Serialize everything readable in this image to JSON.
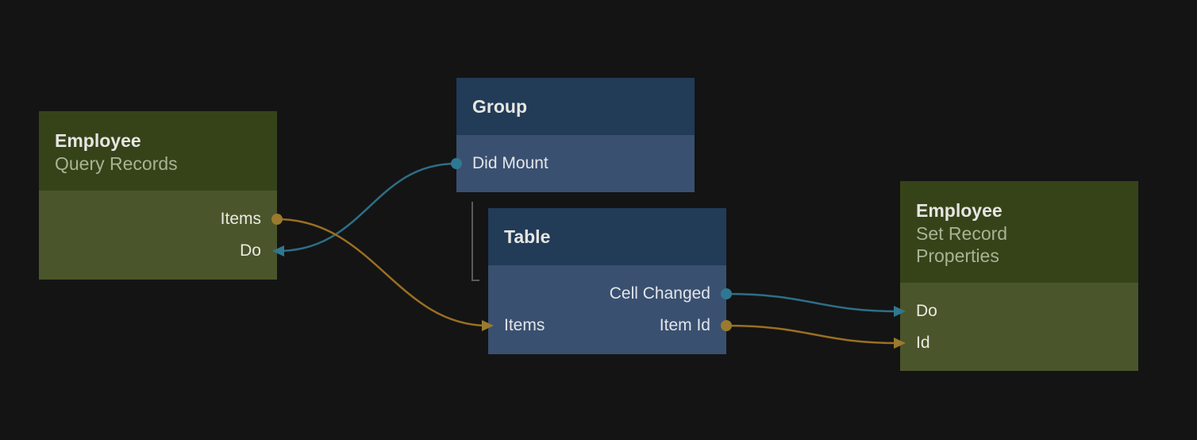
{
  "colors": {
    "background": "#141414",
    "green_header": "#364319",
    "green_body": "#4b552b",
    "blue_header": "#223b57",
    "blue_body": "#3a5070",
    "signal_wire": "#2e6e87",
    "data_wire": "#9a6f22",
    "signal_port": "#2f7891",
    "data_port": "#9b7a2e"
  },
  "nodes": {
    "query": {
      "title": "Employee",
      "subtitle": "Query Records",
      "out_items": "Items",
      "in_do": "Do"
    },
    "group": {
      "title": "Group",
      "out_did_mount": "Did Mount"
    },
    "table": {
      "title": "Table",
      "out_cell_changed": "Cell Changed",
      "in_items": "Items",
      "out_item_id": "Item Id"
    },
    "set": {
      "title": "Employee",
      "subtitle_line1": "Set Record",
      "subtitle_line2": "Properties",
      "in_do": "Do",
      "in_id": "Id"
    }
  },
  "connections": [
    {
      "from": "group.Did Mount",
      "to": "query.Do",
      "kind": "signal"
    },
    {
      "from": "query.Items",
      "to": "table.Items",
      "kind": "data"
    },
    {
      "from": "table.Cell Changed",
      "to": "set.Do",
      "kind": "signal"
    },
    {
      "from": "table.Item Id",
      "to": "set.Id",
      "kind": "data"
    }
  ]
}
